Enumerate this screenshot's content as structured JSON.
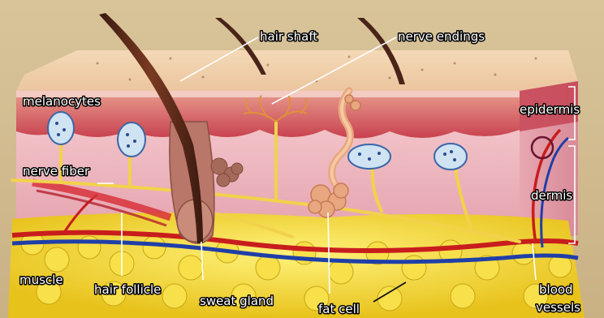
{
  "labels": {
    "hair_shaft": "hair shaft",
    "nerve_endings": "nerve endings",
    "melanocytes": "melanocytes",
    "epidermis": "epidermis",
    "nerve_fiber": "nerve fiber",
    "dermis": "dermis",
    "muscle": "muscle",
    "hair_follicle": "hair follicle",
    "sweat_gland": "sweat gland",
    "fat_cell": "fat cell",
    "blood_vessels_line1": "blood",
    "blood_vessels_line2": "vessels"
  }
}
